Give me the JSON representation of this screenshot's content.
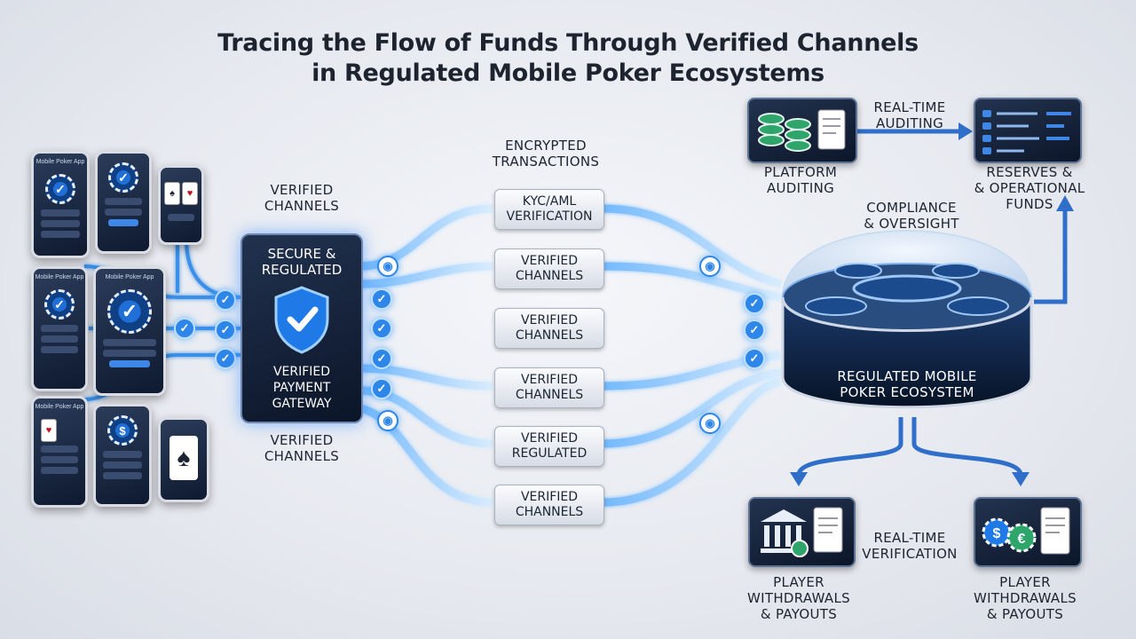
{
  "title": {
    "line1": "Tracing the Flow of Funds Through Verified Channels",
    "line2": "in Regulated Mobile Poker Ecosystems"
  },
  "phones": {
    "app_name": "Mobile Poker App"
  },
  "labels": {
    "verified_channels_top": [
      "VERIFIED",
      "CHANNELS"
    ],
    "verified_channels_bottom": [
      "VERIFIED",
      "CHANNELS"
    ],
    "encrypted": [
      "ENCRYPTED",
      "TRANSACTIONS"
    ],
    "real_time_auditing": [
      "REAL-TIME",
      "AUDITING"
    ],
    "platform_auditing": [
      "PLATFORM",
      "AUDITING"
    ],
    "reserves": [
      "RESERVES &",
      "& OPERATIONAL FUNDS"
    ],
    "compliance": [
      "COMPLIANCE",
      "& OVERSIGHT"
    ],
    "real_time_verification": [
      "REAL-TIME",
      "VERIFICATION"
    ],
    "withdrawals_left": [
      "PLAYER",
      "WITHDRAWALS",
      "& PAYOUTS"
    ],
    "withdrawals_right": [
      "PLAYER",
      "WITHDRAWALS",
      "& PAYOUTS"
    ]
  },
  "gateway": {
    "top": [
      "SECURE &",
      "REGULATED"
    ],
    "bottom": [
      "VERIFIED",
      "PAYMENT",
      "GATEWAY"
    ]
  },
  "pills": [
    [
      "KYC/AML",
      "VERIFICATION"
    ],
    [
      "VERIFIED",
      "CHANNELS"
    ],
    [
      "VERIFIED",
      "CHANNELS"
    ],
    [
      "VERIFIED",
      "CHANNELS"
    ],
    [
      "VERIFIED",
      "REGULATED"
    ],
    [
      "VERIFIED",
      "CHANNELS"
    ]
  ],
  "ecosystem": [
    "REGULATED MOBILE",
    "POKER ECOSYSTEM"
  ],
  "colors": {
    "accent": "#2e86e8",
    "navy": "#0e1a30",
    "flow": "#7fc4ff"
  }
}
